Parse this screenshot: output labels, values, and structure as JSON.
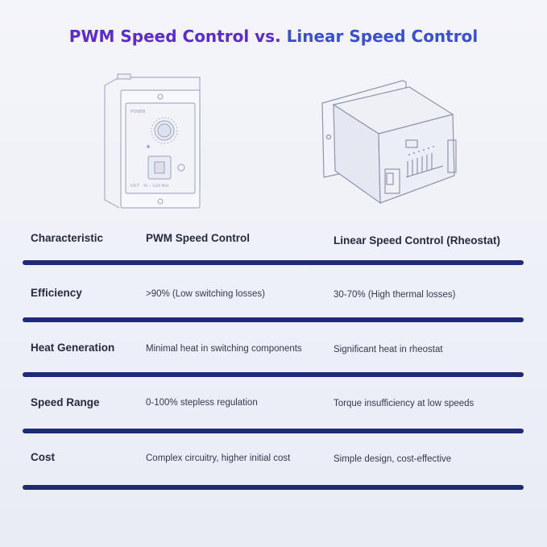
{
  "title": {
    "part1": "PWM Speed Control vs. ",
    "part2": "Linear Speed Control"
  },
  "colors": {
    "title_purple": "#5b2bd0",
    "title_blue": "#3a4fd6",
    "divider": "#1e2a78",
    "background": "#eef0f7"
  },
  "devices": {
    "pwm_panel_text": {
      "power": "POWER",
      "model": "UX-T",
      "spec": "90 ~ 120V   MAX"
    }
  },
  "table": {
    "headers": {
      "characteristic": "Characteristic",
      "pwm": "PWM Speed Control",
      "linear": "Linear Speed Control (Rheostat)"
    },
    "rows": [
      {
        "label": "Efficiency",
        "pwm": ">90% (Low switching losses)",
        "linear": "30-70% (High thermal losses)"
      },
      {
        "label": "Heat Generation",
        "pwm": "Minimal heat in switching components",
        "linear": "Significant heat in rheostat"
      },
      {
        "label": "Speed Range",
        "pwm": "0-100% stepless regulation",
        "linear": "Torque insufficiency at low speeds"
      },
      {
        "label": "Cost",
        "pwm": "Complex circuitry, higher initial cost",
        "linear": "Simple design, cost-effective"
      }
    ]
  }
}
